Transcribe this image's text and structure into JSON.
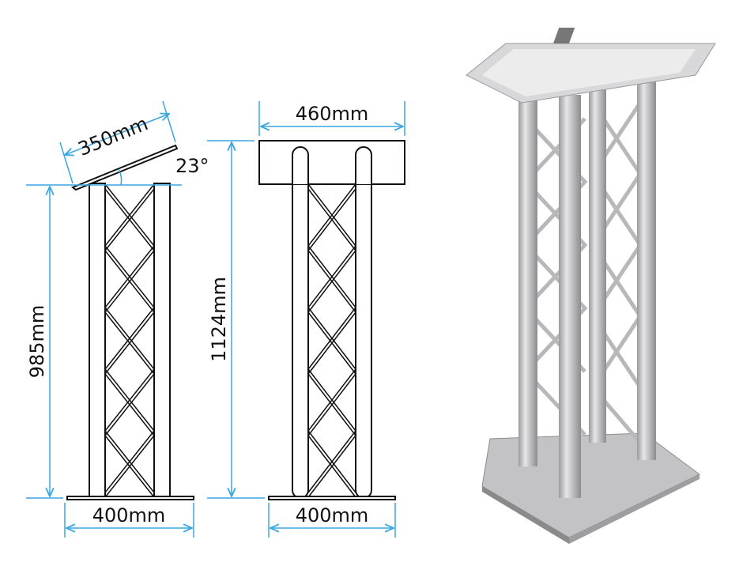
{
  "dimensions": {
    "desk_width": "350mm",
    "desk_angle": "23°",
    "side_height": "985mm",
    "side_base": "400mm",
    "top_width": "460mm",
    "total_height": "1124mm",
    "front_base": "400mm"
  },
  "colors": {
    "dimension_line": "#3aa6e0",
    "metal": "#c9c9cb"
  }
}
